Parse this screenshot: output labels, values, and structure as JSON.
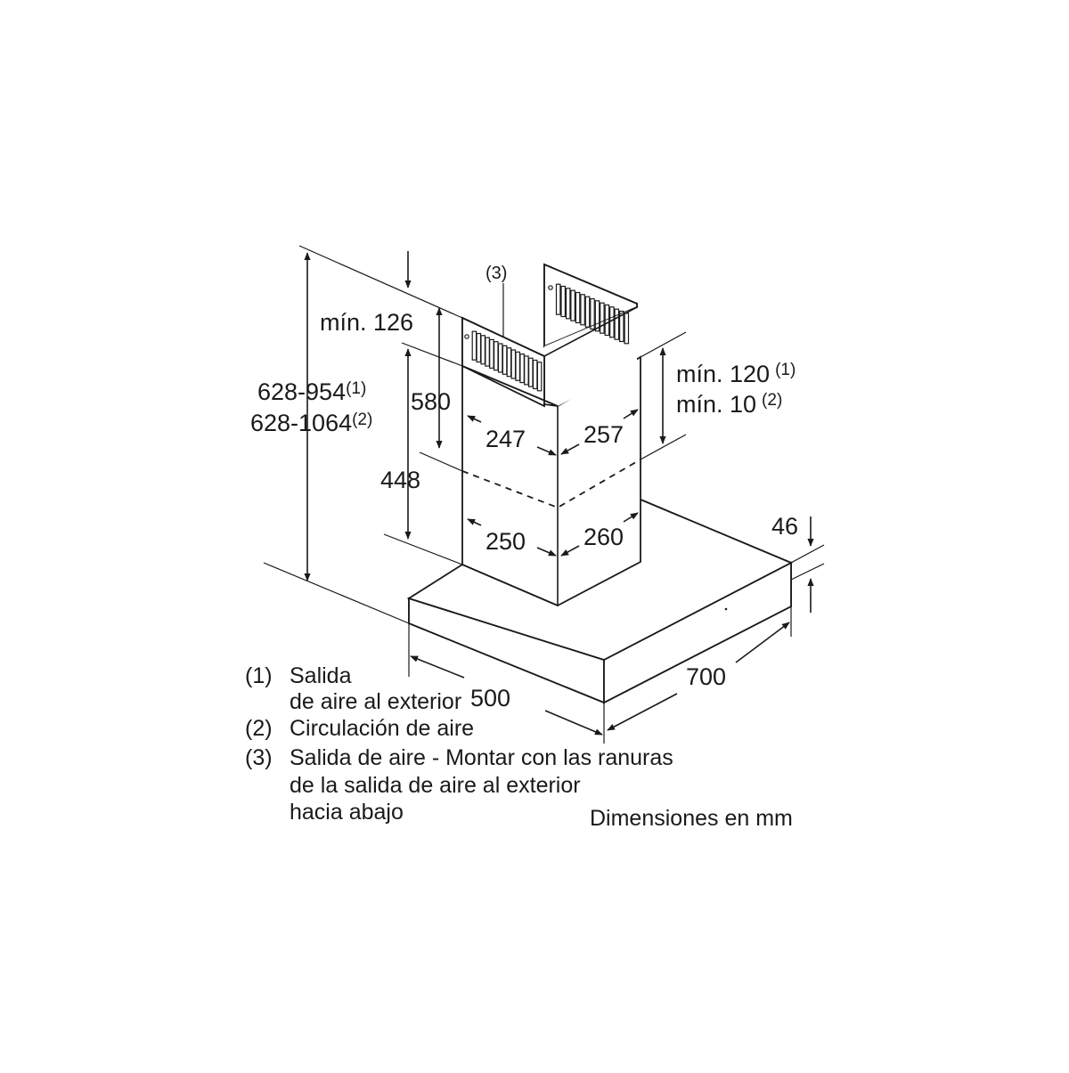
{
  "dimensions": {
    "min_126": "mín. 126",
    "range_1": "628-954",
    "range_1_ref": "(1)",
    "range_2": "628-1064",
    "range_2_ref": "(2)",
    "d580": "580",
    "d448": "448",
    "d247": "247",
    "d257": "257",
    "d250": "250",
    "d260": "260",
    "min_120": "mín. 120",
    "min_120_ref": "(1)",
    "min_10": "mín. 10",
    "min_10_ref": "(2)",
    "d46": "46",
    "d500": "500",
    "d700": "700",
    "callout_3": "(3)"
  },
  "legend": {
    "items": [
      {
        "num": "(1)",
        "lines": [
          "Salida",
          "de aire al exterior"
        ]
      },
      {
        "num": "(2)",
        "lines": [
          "Circulación de aire"
        ]
      },
      {
        "num": "(3)",
        "lines": [
          "Salida de aire - Montar con las ranuras",
          "de la salida de aire al exterior",
          "hacia abajo"
        ]
      }
    ],
    "units": "Dimensiones en mm"
  }
}
